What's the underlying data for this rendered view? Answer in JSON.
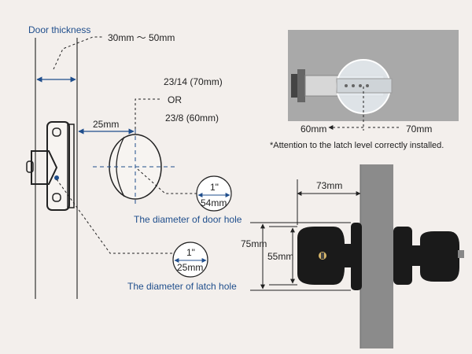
{
  "door_thickness": {
    "label": "Door thickness",
    "range": "30mm ～ 50mm"
  },
  "backset": {
    "option1": "23/14 (70mm)",
    "or": "OR",
    "option2": "23/8 (60mm)",
    "edge_distance": "25mm"
  },
  "door_hole": {
    "inch": "1\"",
    "mm": "54mm",
    "caption": "The diameter of door hole"
  },
  "latch_hole": {
    "inch": "1\"",
    "mm": "25mm",
    "caption": "The diameter of latch hole"
  },
  "latch_photo": {
    "left_label": "60mm",
    "right_label": "70mm",
    "note": "*Attention to the latch level correctly installed."
  },
  "knob_dims": {
    "projection": "73mm",
    "rose_height": "75mm",
    "knob_height": "55mm"
  },
  "colors": {
    "caption_blue": "#1f4e8c",
    "dim_blue": "#1f4e8c",
    "hardware_black": "#1a1a1a",
    "door_gray": "#8b8b8b",
    "photo_bg": "#a9a9a9",
    "background": "#f3efec"
  }
}
